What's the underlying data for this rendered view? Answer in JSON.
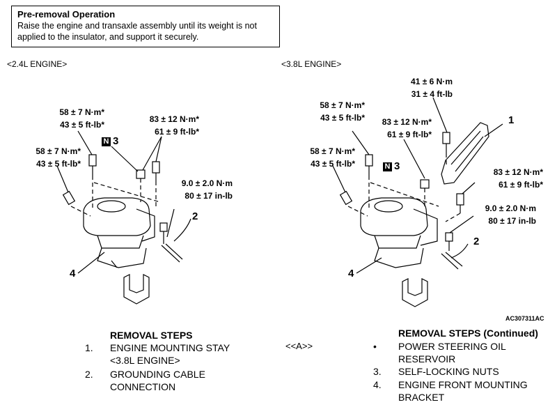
{
  "pre_removal": {
    "title": "Pre-removal Operation",
    "text": "Raise the engine and transaxle assembly until its weight is not applied to the insulator, and support it securely."
  },
  "left_diagram": {
    "label": "<2.4L ENGINE>",
    "torque_top": [
      "58 ± 7 N·m*",
      "43 ± 5 ft-lb*"
    ],
    "torque_left": [
      "58 ± 7 N·m*",
      "43 ± 5 ft-lb*"
    ],
    "torque_mid": [
      "83 ± 12 N·m*",
      "61 ± 9 ft-lb*"
    ],
    "torque_small": [
      "9.0 ± 2.0 N·m",
      "80 ± 17 in-lb"
    ],
    "badge": "N",
    "callout_3": "3",
    "callout_2": "2",
    "callout_4": "4"
  },
  "right_diagram": {
    "label": "<3.8L ENGINE>",
    "torque_topmost": [
      "41 ± 6 N·m",
      "31 ± 4 ft-lb"
    ],
    "torque_top": [
      "58 ± 7 N·m*",
      "43 ± 5 ft-lb*"
    ],
    "torque_left": [
      "58 ± 7 N·m*",
      "43 ± 5 ft-lb*"
    ],
    "torque_mid": [
      "83 ± 12 N·m*",
      "61 ± 9 ft-lb*"
    ],
    "torque_right": [
      "83 ± 12 N·m*",
      "61 ± 9 ft-lb*"
    ],
    "torque_small": [
      "9.0 ± 2.0 N·m",
      "80 ± 17 in-lb"
    ],
    "badge": "N",
    "callout_3": "3",
    "callout_1": "1",
    "callout_2": "2",
    "callout_4": "4"
  },
  "figure_code": "AC307311AC",
  "removal_steps": {
    "title": "REMOVAL STEPS",
    "items": [
      {
        "num": "1.",
        "lines": [
          "ENGINE MOUNTING STAY",
          "<3.8L ENGINE>"
        ]
      },
      {
        "num": "2.",
        "lines": [
          "GROUNDING CABLE",
          "CONNECTION"
        ]
      }
    ]
  },
  "removal_steps_continued": {
    "marker": "<<A>>",
    "title": "REMOVAL STEPS (Continued)",
    "items": [
      {
        "num": "•",
        "lines": [
          "POWER STEERING OIL",
          "RESERVOIR"
        ]
      },
      {
        "num": "3.",
        "lines": [
          "SELF-LOCKING NUTS"
        ]
      },
      {
        "num": "4.",
        "lines": [
          "ENGINE FRONT MOUNTING",
          "BRACKET"
        ]
      }
    ]
  }
}
